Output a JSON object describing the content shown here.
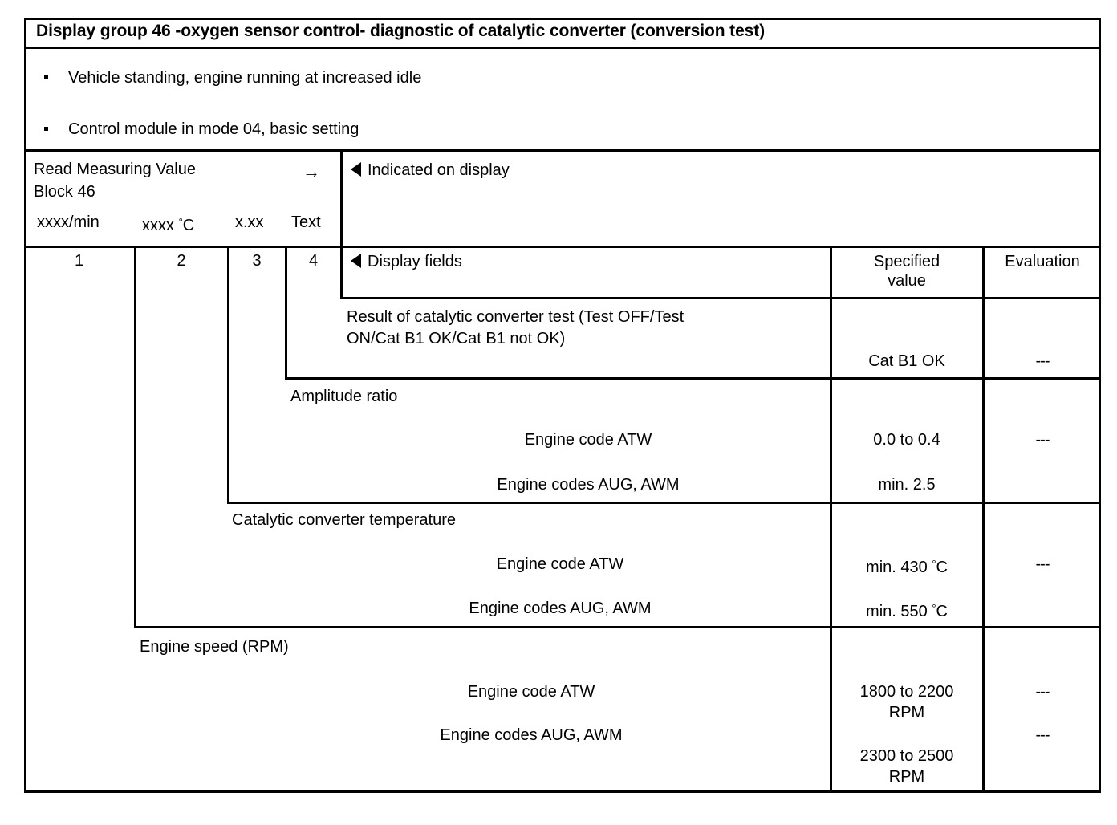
{
  "document": {
    "title": "Display group 46 -oxygen sensor control- diagnostic of catalytic converter (conversion test)",
    "conditions": [
      "Vehicle standing, engine running at increased idle",
      "Control module in mode 04, basic setting"
    ]
  },
  "header": {
    "instruction_line1": "Read Measuring Value",
    "instruction_line2": "Block 46",
    "arrow_icon": "right-arrow",
    "indicated_on_display": "Indicated on display",
    "display_fields": "Display fields",
    "marker_icon": "left-triangle",
    "units": [
      "xxxx/min",
      "xxxx ° C",
      "x.xx",
      "Text"
    ],
    "field_numbers": [
      "1",
      "2",
      "3",
      "4"
    ],
    "specified_value_line1": "Specified",
    "specified_value_line2": "value",
    "evaluation": "Evaluation"
  },
  "rows": {
    "result": {
      "label_line1": "Result of catalytic converter test (Test OFF/Test",
      "label_line2": "ON/Cat B1 OK/Cat B1 not OK)",
      "specified": "Cat B1 OK",
      "evaluation": "---"
    },
    "amplitude": {
      "heading": "Amplitude ratio",
      "sub1_label": "Engine code ATW",
      "sub1_specified": "0.0 to 0.4",
      "sub2_label": "Engine codes AUG, AWM",
      "sub2_specified": "min. 2.5",
      "evaluation": "---"
    },
    "temperature": {
      "heading": "Catalytic converter temperature",
      "sub1_label": "Engine code ATW",
      "sub1_specified_value": "min. 430",
      "sub1_specified_unit": "C",
      "sub2_label": "Engine codes AUG, AWM",
      "sub2_specified_value": "min. 550",
      "sub2_specified_unit": "C",
      "evaluation": "---"
    },
    "engine_speed": {
      "heading": "Engine speed (RPM)",
      "sub1_label": "Engine code ATW",
      "sub1_specified_line1": "1800 to 2200",
      "sub1_specified_line2": "RPM",
      "sub1_evaluation": "---",
      "sub2_label": "Engine codes AUG, AWM",
      "sub2_specified_line1": "2300 to 2500",
      "sub2_specified_line2": "RPM",
      "sub2_evaluation": "---"
    }
  }
}
